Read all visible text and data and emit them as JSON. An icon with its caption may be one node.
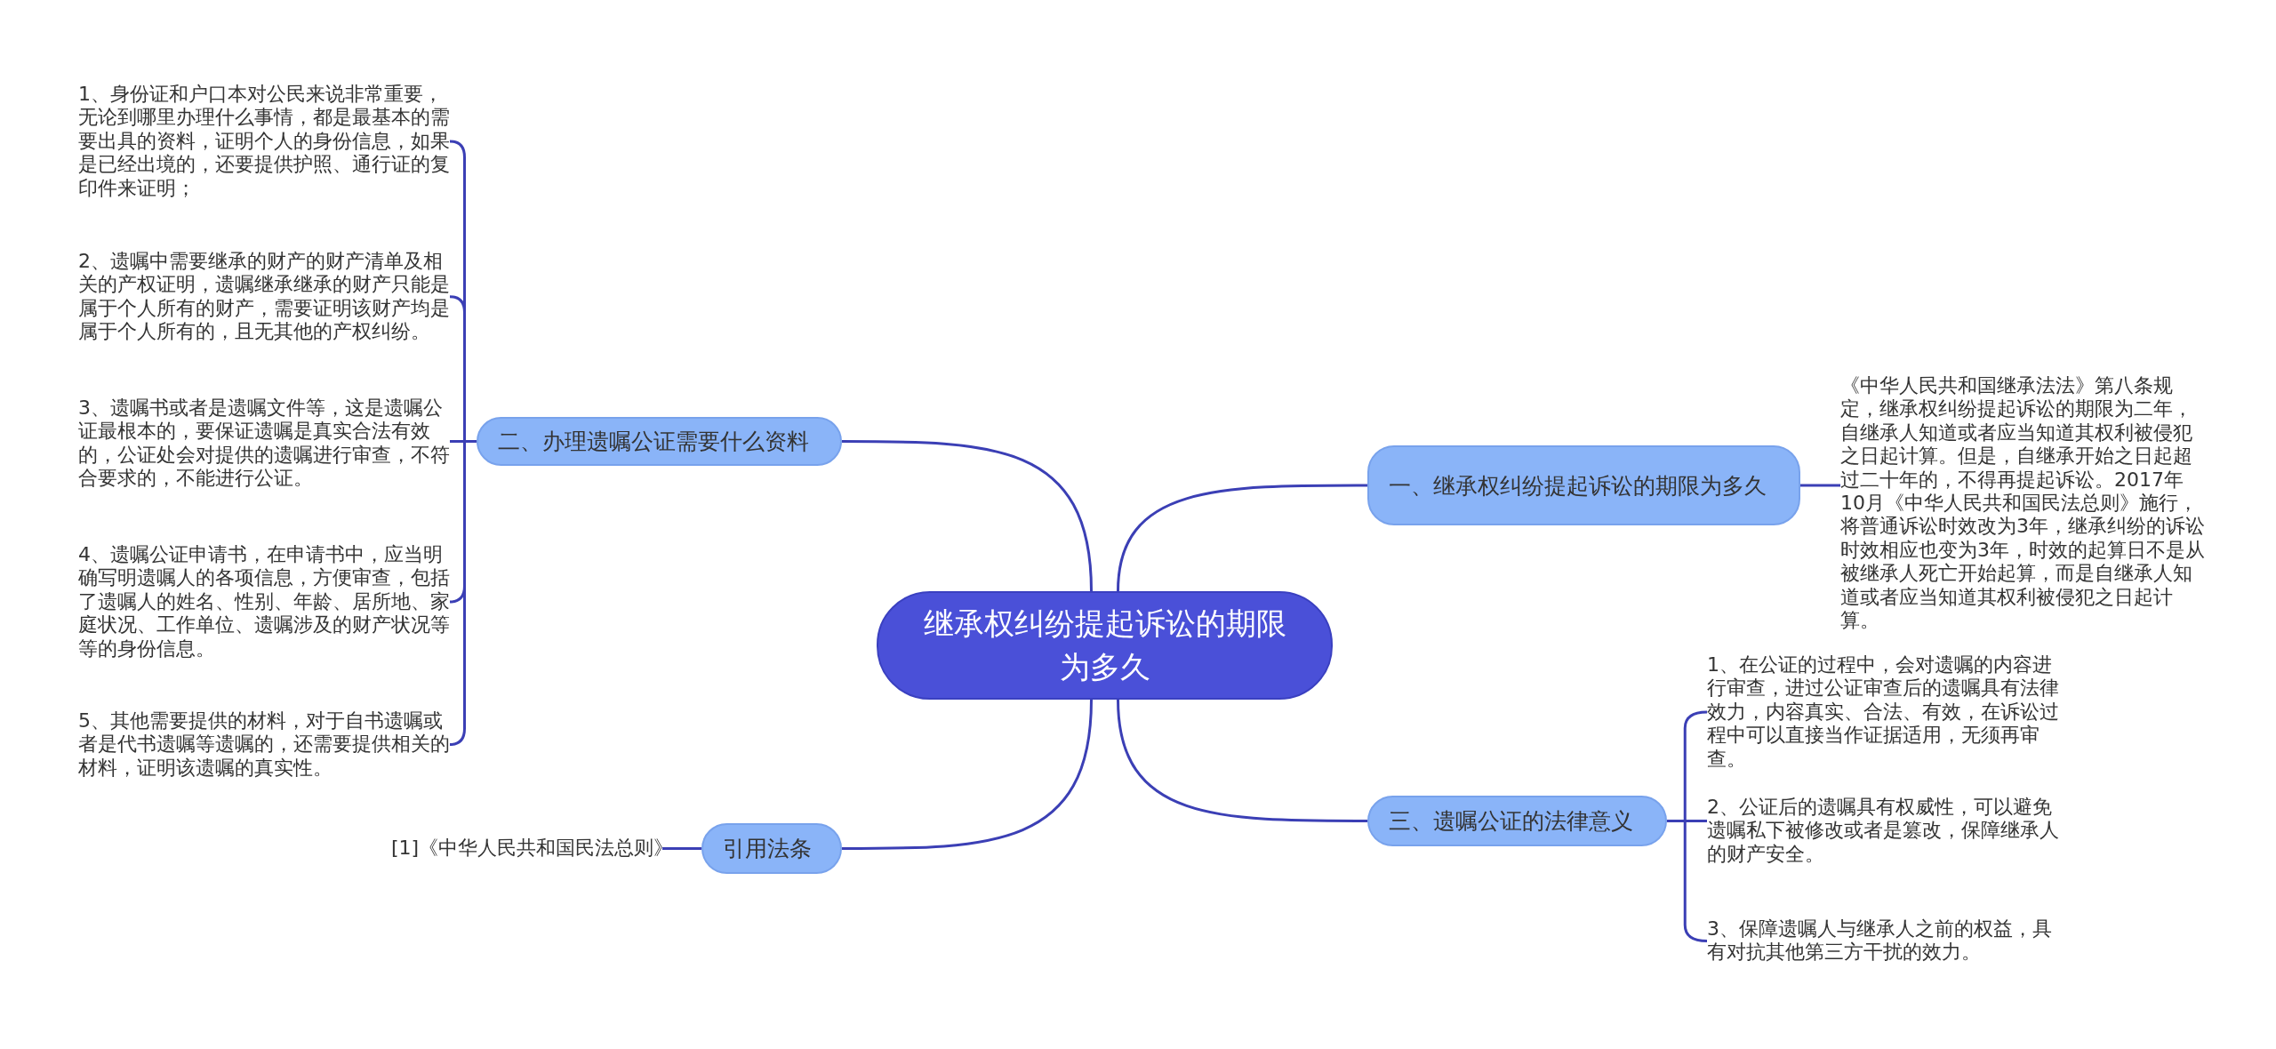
{
  "diagram": {
    "nodes": [
      {
        "text": [
          "继承权纠纷提起诉讼的期限为多久"
        ]
      },
      {
        "text": [
          "一、继承权纠纷提起诉讼的期限为多久"
        ]
      },
      {
        "text": [
          "《中华人民共和国继承法法》第八条规定，继承权纠纷提起诉讼的期限为二年，自继承人知道或者应当知道其权利被侵犯之日起计算。但是，自继承开始之日起超过二十年的，不得再提起诉讼。2017年10月《中华人民共和国民法总则》施行，将普通诉讼时效改为3年，继承纠纷的诉讼时效相应也变为3年，时效的起算日不是从被继承人死亡开始起算，而是自继承人知道或者应当知道其权利被侵犯之日起计算。"
        ]
      },
      {
        "text": [
          "二、办理遗嘱公证需要什么资料"
        ]
      },
      {
        "text": [
          "1、身份证和户口本对公民来说非常重要，无论到哪里办理什么事情，都是最基本的需要出具的资料，证明个人的身份信息，如果是已经出境的，还要提供护照、通行证的复印件来证明；"
        ]
      },
      {
        "text": [
          "2、遗嘱中需要继承的财产的财产清单及相关的产权证明，遗嘱继承继承的财产只能是属于个人所有的财产，需要证明该财产均是属于个人所有的，且无其他的产权纠纷。"
        ]
      },
      {
        "text": [
          "3、遗嘱书或者是遗嘱文件等，这是遗嘱公证最根本的，要保证遗嘱是真实合法有效的，公证处会对提供的遗嘱进行审查，不符合要求的，不能进行公证。"
        ]
      },
      {
        "text": [
          "4、遗嘱公证申请书，在申请书中，应当明确写明遗嘱人的各项信息，方便审查，包括了遗嘱人的姓名、性别、年龄、居所地、家庭状况、工作单位、遗嘱涉及的财产状况等等的身份信息。"
        ]
      },
      {
        "text": [
          "5、其他需要提供的材料，对于自书遗嘱或者是代书遗嘱等遗嘱的，还需要提供相关的材料，证明该遗嘱的真实性。"
        ]
      },
      {
        "text": [
          "三、遗嘱公证的法律意义"
        ]
      },
      {
        "text": [
          "1、在公证的过程中，会对遗嘱的内容进行审查，进过公证审查后的遗嘱具有法律效力，内容真实、合法、有效，在诉讼过程中可以直接当作证据适用，无须再审查。"
        ]
      },
      {
        "text": [
          "2、公证后的遗嘱具有权威性，可以避免遗嘱私下被修改或者是篡改，保障继承人的财产安全。"
        ]
      },
      {
        "text": [
          "3、保障遗嘱人与继承人之前的权益，具有对抗其他第三方干扰的效力。"
        ]
      },
      {
        "text": [
          "引用法条"
        ]
      },
      {
        "text": [
          "[1]《中华人民共和国民法总则》"
        ]
      }
    ],
    "edges": [
      {
        "from": 0,
        "to": 1,
        "arrow": "none"
      },
      {
        "from": 1,
        "to": 2,
        "arrow": "none"
      },
      {
        "from": 0,
        "to": 3,
        "arrow": "none"
      },
      {
        "from": 3,
        "to": 4,
        "arrow": "none"
      },
      {
        "from": 3,
        "to": 5,
        "arrow": "none"
      },
      {
        "from": 3,
        "to": 6,
        "arrow": "none"
      },
      {
        "from": 3,
        "to": 7,
        "arrow": "none"
      },
      {
        "from": 3,
        "to": 8,
        "arrow": "none"
      },
      {
        "from": 0,
        "to": 9,
        "arrow": "none"
      },
      {
        "from": 9,
        "to": 10,
        "arrow": "none"
      },
      {
        "from": 9,
        "to": 11,
        "arrow": "none"
      },
      {
        "from": 9,
        "to": 12,
        "arrow": "none"
      },
      {
        "from": 0,
        "to": 13,
        "arrow": "none"
      },
      {
        "from": 13,
        "to": 14,
        "arrow": "none"
      }
    ]
  }
}
